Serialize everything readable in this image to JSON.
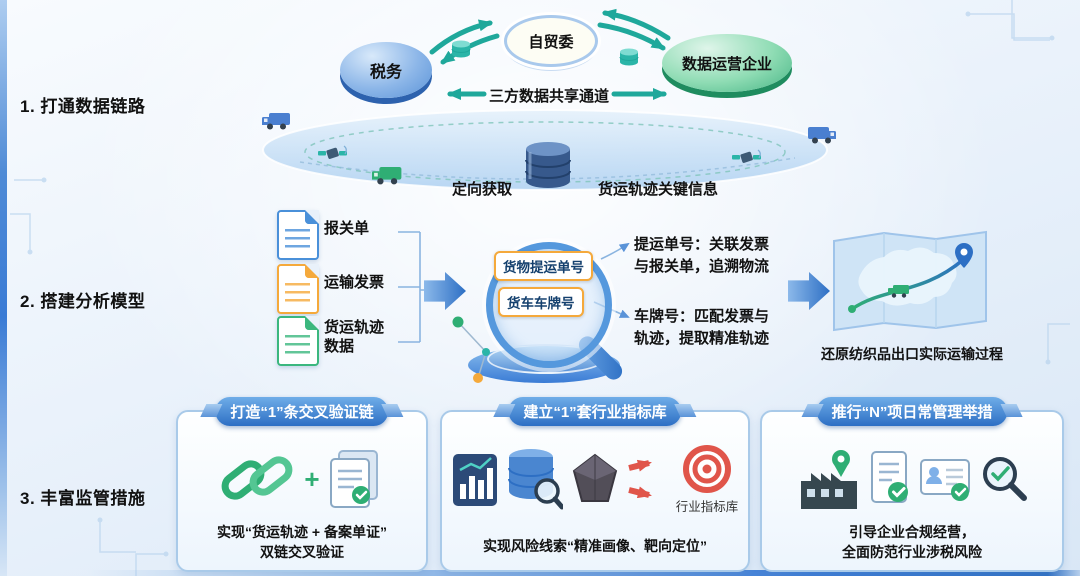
{
  "palette": {
    "accent_blue": "#2d6fc4",
    "teal": "#1fa89b",
    "green": "#2fae74",
    "orange": "#f5a93b",
    "red": "#e0554a",
    "navy": "#2c4a78"
  },
  "sections": [
    {
      "label": "1. 打通数据链路"
    },
    {
      "label": "2. 搭建分析模型"
    },
    {
      "label": "3. 丰富监管措施"
    }
  ],
  "data_link": {
    "entities": [
      {
        "name": "税务"
      },
      {
        "name": "自贸委"
      },
      {
        "name": "数据运营企业"
      }
    ],
    "channel_label": "三方数据共享通道",
    "acquire_label": "定向获取",
    "key_info_label": "货运轨迹关键信息"
  },
  "analysis_model": {
    "documents": [
      {
        "label": "报关单"
      },
      {
        "label": "运输发票"
      },
      {
        "label": "货运轨迹数据"
      }
    ],
    "search_keys": [
      {
        "label": "货物提运单号"
      },
      {
        "label": "货车车牌号"
      }
    ],
    "notes": [
      {
        "line1": "提运单号：关联发票",
        "line2": "与报关单，追溯物流"
      },
      {
        "line1": "车牌号：匹配发票与",
        "line2": "轨迹，提取精准轨迹"
      }
    ],
    "map_caption": "还原纺织品出口实际运输过程"
  },
  "measures": {
    "cards": [
      {
        "title": "打造“1”条交叉验证链",
        "plus_sign": "+",
        "desc_line1": "实现“货运轨迹 + 备案单证”",
        "desc_line2": "双链交叉验证"
      },
      {
        "title": "建立“1”套行业指标库",
        "target_label": "行业指标库",
        "desc_line1": "实现风险线索“精准画像、靶向定位”"
      },
      {
        "title": "推行“N”项日常管理举措",
        "desc_line1": "引导企业合规经营，",
        "desc_line2": "全面防范行业涉税风险"
      }
    ]
  },
  "icons": {
    "truck": "svg-shape",
    "satellite": "svg-shape",
    "database": "svg-shape",
    "magnifier": "svg-shape",
    "document": "svg-shape",
    "chain-link": "svg-shape",
    "bar-chart": "svg-shape",
    "target": "svg-shape",
    "location-pin": "svg-shape",
    "factory": "svg-shape",
    "id-card": "svg-shape",
    "map": "svg-shape",
    "checkmark": "svg-shape"
  }
}
